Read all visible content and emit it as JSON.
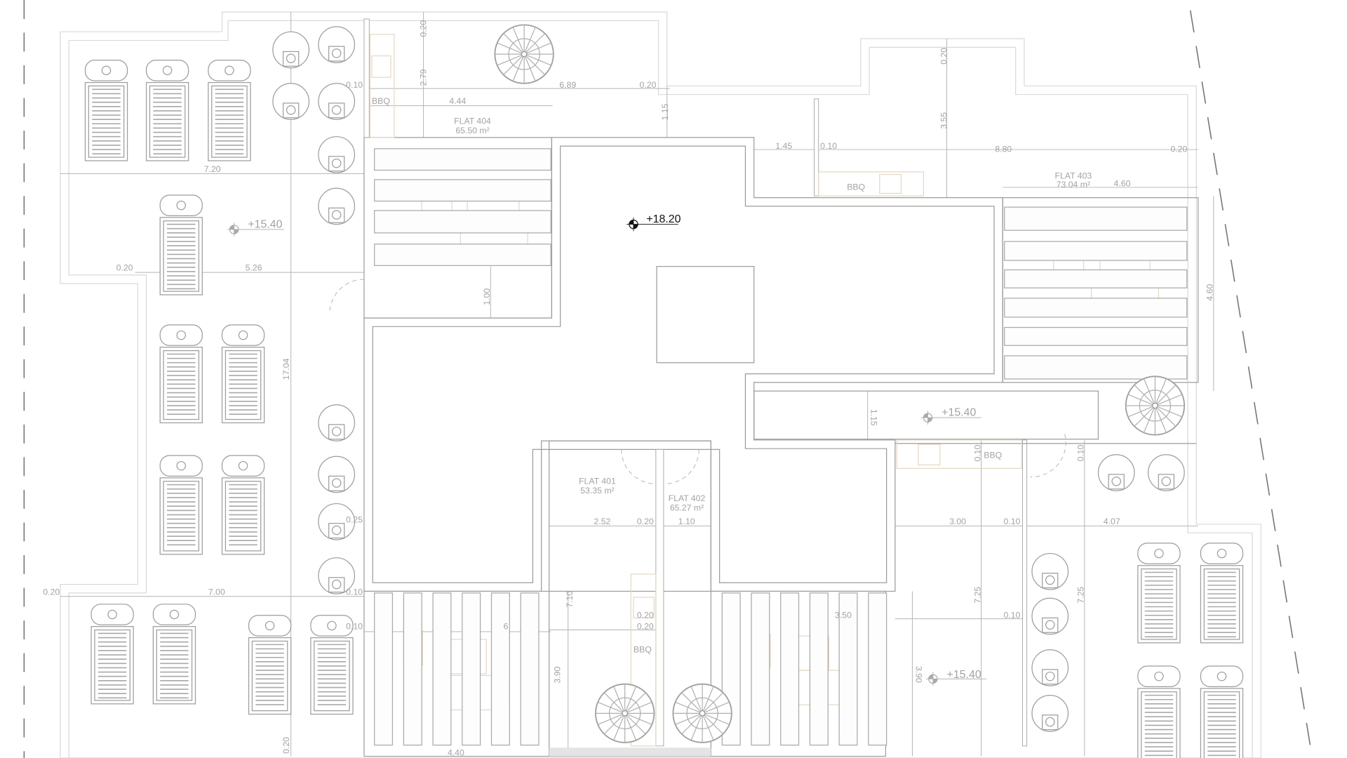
{
  "flats": [
    {
      "name": "FLAT 404",
      "area": "65.50 m²"
    },
    {
      "name": "FLAT 403",
      "area": "73.04 m²"
    },
    {
      "name": "FLAT 401",
      "area": "53.35 m²"
    },
    {
      "name": "FLAT 402",
      "area": "65.27 m²"
    }
  ],
  "levels": [
    "+18.20",
    "+15.40",
    "+15.40",
    "+15.40"
  ],
  "bbq": [
    "BBQ",
    "BBQ",
    "BBQ",
    "BBQ"
  ],
  "dimensions": [
    "0.20",
    "2.79",
    "0.10",
    "6.89",
    "0.20",
    "4.44",
    "1.15",
    "0.20",
    "3.55",
    "1.45",
    "0.10",
    "8.80",
    "0.20",
    "4.60",
    "4.60",
    "7.20",
    "0.20",
    "5.26",
    "1.00",
    "17.04",
    "1.15",
    "0.10",
    "0.10",
    "2.52",
    "0.20",
    "1.10",
    "3.00",
    "0.10",
    "4.07",
    "0.25",
    "0.20",
    "7.00",
    "0.10",
    "7.10",
    "7.25",
    "7.25",
    "0.20",
    "0.10",
    "6",
    "0.20",
    "3.50",
    "0.10",
    "3.90",
    "3.90",
    "0.20",
    "4.40"
  ]
}
